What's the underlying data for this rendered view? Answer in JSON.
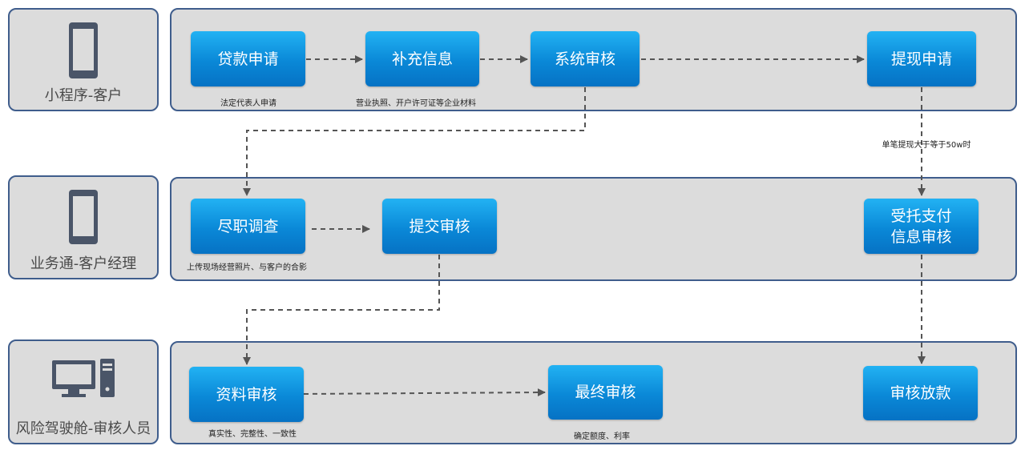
{
  "lanes": [
    {
      "label": "小程序-客户",
      "icon": "phone-icon"
    },
    {
      "label": "业务通-客户经理",
      "icon": "phone-icon"
    },
    {
      "label": "风险驾驶舱-审核人员",
      "icon": "desktop-computer-icon"
    }
  ],
  "nodes": {
    "loan_apply": "贷款申请",
    "supplement": "补充信息",
    "system_review": "系统审核",
    "withdraw_apply": "提现申请",
    "due_diligence": "尽职调查",
    "submit_review": "提交审核",
    "entrusted_payment": [
      "受托支付",
      "信息审核"
    ],
    "material_review": "资料审核",
    "final_review": "最终审核",
    "approve_loan": "审核放款"
  },
  "notes": {
    "loan_apply": "法定代表人申请",
    "supplement": "营业执照、开户许可证等企业材料",
    "withdraw_condition": "单笔提现大于等于50w时",
    "due_diligence": "上传现场经营照片、与客户的合影",
    "material_review": "真实性、完整性、一致性",
    "final_review": "确定额度、利率"
  },
  "colors": {
    "lane_fill": "#dcdcdc",
    "lane_border": "#3f5d8c",
    "node_top": "#22b2f3",
    "node_bottom": "#0672c4",
    "arrow": "#555555",
    "icon": "#4a5568"
  }
}
